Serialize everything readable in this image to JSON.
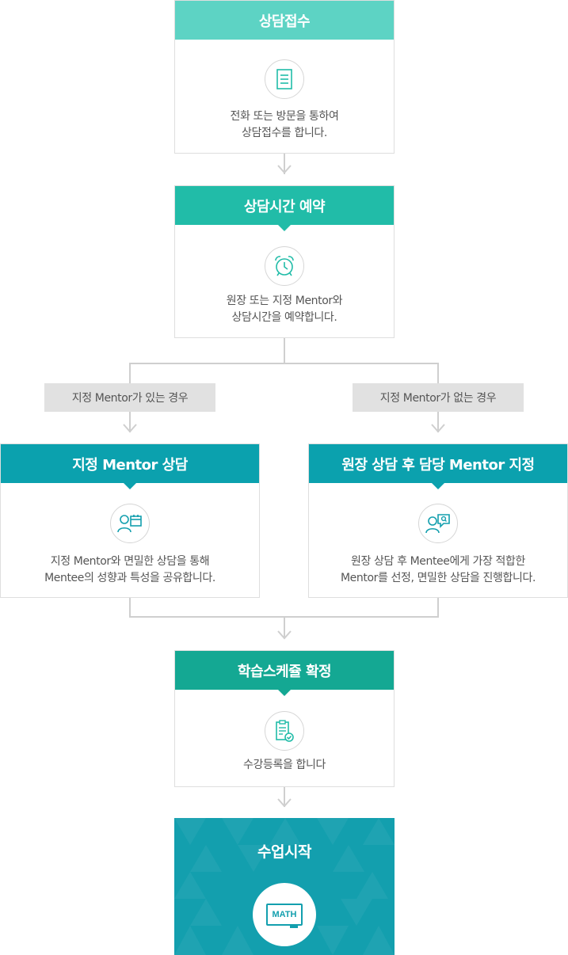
{
  "colors": {
    "step1": "#5dd3c4",
    "step2": "#21bca8",
    "branch": "#0ba1ae",
    "step4": "#14a893",
    "final": "#139fae",
    "line": "#cfcfcf",
    "cond_bg": "#e1e1e1"
  },
  "step1": {
    "title": "상담접수",
    "icon": "document-icon",
    "desc_line1": "전화 또는 방문을 통하여",
    "desc_line2": "상담접수를 합니다."
  },
  "step2": {
    "title": "상담시간 예약",
    "icon": "alarm-clock-icon",
    "desc_line1": "원장 또는 지정 Mentor와",
    "desc_line2": "상담시간을 예약합니다."
  },
  "conditions": {
    "left": "지정 Mentor가 있는 경우",
    "right": "지정 Mentor가 없는 경우"
  },
  "branch_left": {
    "title": "지정 Mentor 상담",
    "icon": "person-calendar-icon",
    "desc_line1": "지정 Mentor와 면밀한 상담을 통해",
    "desc_line2": "Mentee의 성향과 특성을 공유합니다."
  },
  "branch_right": {
    "title": "원장 상담 후 담당 Mentor 지정",
    "icon": "person-chat-icon",
    "desc_line1": "원장 상담 후 Mentee에게 가장 적합한",
    "desc_line2": "Mentor를 선정, 면밀한 상담을 진행합니다."
  },
  "step4": {
    "title": "학습스케쥴 확정",
    "icon": "clipboard-check-icon",
    "desc_line1": "수강등록을 합니다"
  },
  "final": {
    "title": "수업시작",
    "icon": "math-board-icon",
    "board_label": "MATH"
  }
}
